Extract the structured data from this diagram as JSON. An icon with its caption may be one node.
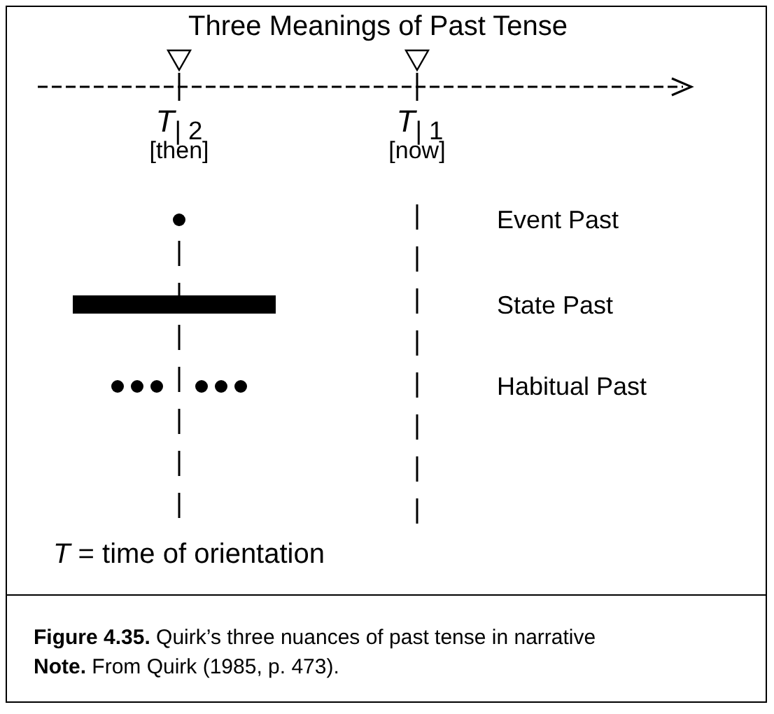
{
  "diagram": {
    "title": "Three Meanings of Past Tense",
    "caption": "**Figure 4.35.** Quirk’s three nuances of past tense in narrative",
    "labels": [
      "*T*$_{| 2}$",
      "*T*$_{| 1}$",
      "[then]",
      "[now]",
      "Event Past",
      "State Past",
      "Habitual Past",
      "*T* = time of orientation",
      "**Note.** From Quirk (1985, p. 473)."
    ]
  }
}
